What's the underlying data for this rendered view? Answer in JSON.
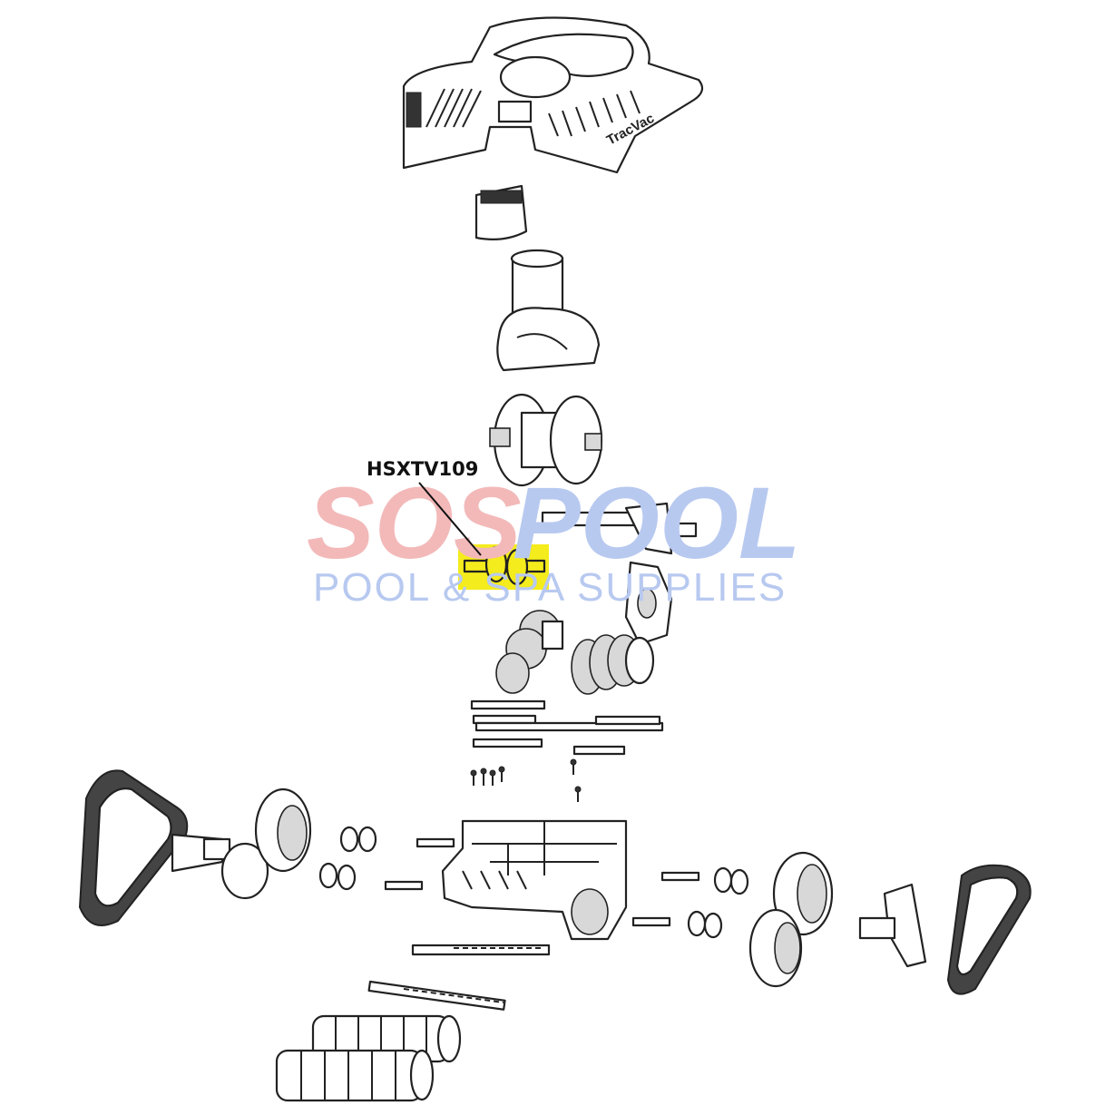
{
  "diagram": {
    "part_label": "HSXTV109",
    "highlight_color": "#f4ec1c",
    "cover_logo": "TracVac",
    "watermark": {
      "brand_red": "SOS",
      "brand_blue": "POOL",
      "tagline": "POOL & SPA SUPPLIES",
      "red_color": "#f3b9b9",
      "blue_color": "#b8c9f0"
    }
  }
}
